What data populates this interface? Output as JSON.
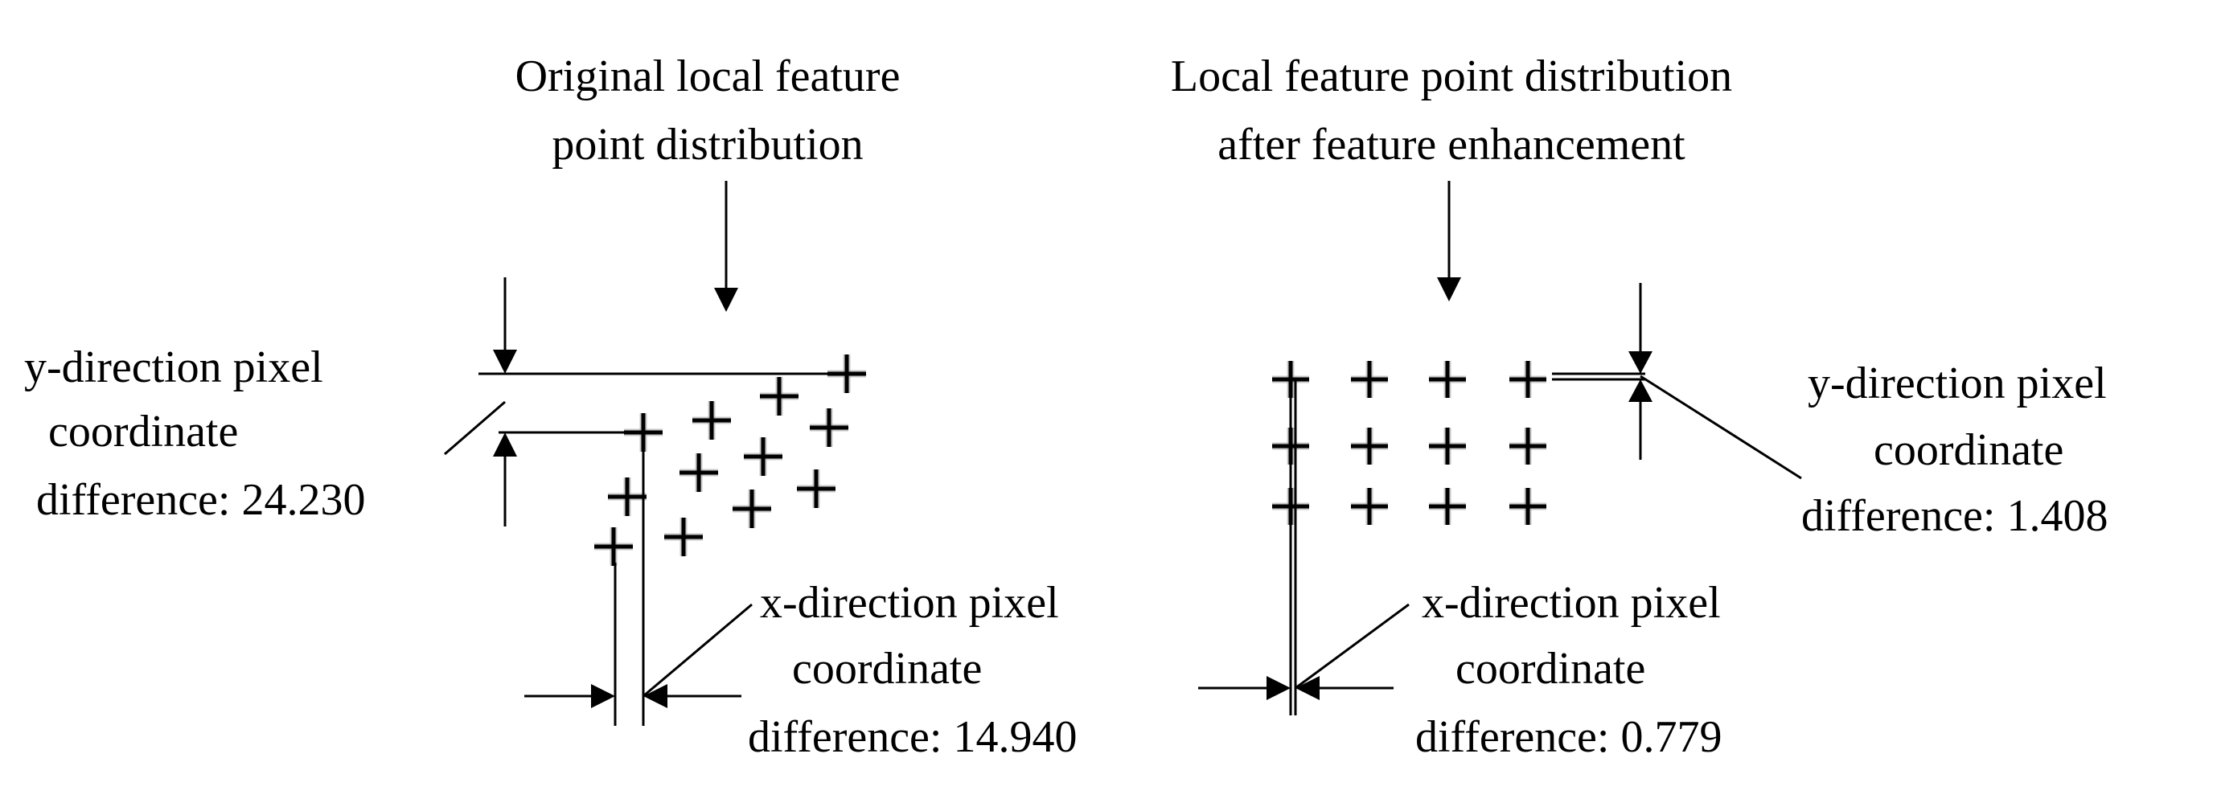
{
  "diagram": {
    "left_panel": {
      "title_line1": "Original local feature",
      "title_line2": "point distribution",
      "y_label_line1": "y-direction pixel",
      "y_label_line2": "coordinate",
      "y_label_line3": "difference: 24.230",
      "x_label_line1": "x-direction pixel",
      "x_label_line2": "coordinate",
      "x_label_line3": "difference: 14.940"
    },
    "right_panel": {
      "title_line1": "Local feature point distribution",
      "title_line2": "after feature enhancement",
      "y_label_line1": "y-direction pixel",
      "y_label_line2": "coordinate",
      "y_label_line3": "difference: 1.408",
      "x_label_line1": "x-direction pixel",
      "x_label_line2": "coordinate",
      "x_label_line3": "difference: 0.779"
    },
    "colors": {
      "ink": "#000000",
      "background": "#ffffff",
      "point_halo": "#9a9a9a"
    },
    "marker_symbol": "plus-icon"
  }
}
